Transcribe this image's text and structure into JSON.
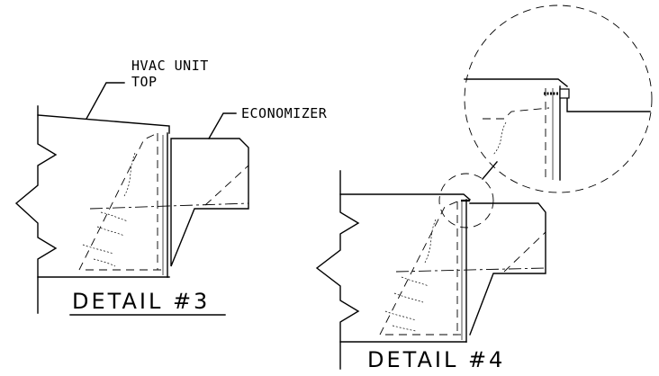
{
  "labels": {
    "hvac_unit_line1": "HVAC UNIT",
    "hvac_unit_line2": "TOP",
    "economizer": "ECONOMIZER",
    "detail_3": "DETAIL #3",
    "detail_4": "DETAIL #4"
  },
  "colors": {
    "line": "#000000",
    "background": "#ffffff"
  }
}
